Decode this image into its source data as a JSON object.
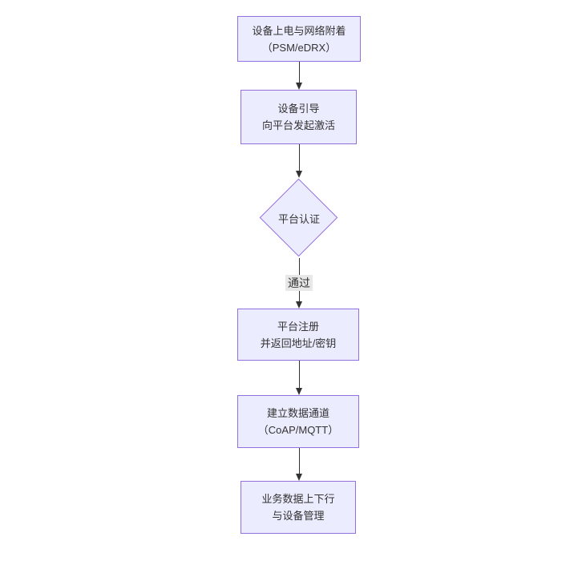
{
  "diagram": {
    "type": "flowchart",
    "direction": "top-down",
    "colors": {
      "background": "#ffffff",
      "node_fill": "#ECECFF",
      "node_border": "#9370DB",
      "edge": "#333333",
      "text": "#333333",
      "edge_label_bg": "#e8e8e8"
    },
    "nodes": [
      {
        "id": "power-attach",
        "shape": "rect",
        "lines": [
          "设备上电与网络附着",
          "（PSM/eDRX）"
        ]
      },
      {
        "id": "bootstrap",
        "shape": "rect",
        "lines": [
          "设备引导",
          "向平台发起激活"
        ]
      },
      {
        "id": "platform-auth",
        "shape": "diamond",
        "lines": [
          "平台认证"
        ]
      },
      {
        "id": "register",
        "shape": "rect",
        "lines": [
          "平台注册",
          "并返回地址/密钥"
        ]
      },
      {
        "id": "data-channel",
        "shape": "rect",
        "lines": [
          "建立数据通道",
          "（CoAP/MQTT）"
        ]
      },
      {
        "id": "business",
        "shape": "rect",
        "lines": [
          "业务数据上下行",
          "与设备管理"
        ]
      }
    ],
    "edges": [
      {
        "from": "power-attach",
        "to": "bootstrap",
        "label": ""
      },
      {
        "from": "bootstrap",
        "to": "platform-auth",
        "label": ""
      },
      {
        "from": "platform-auth",
        "to": "register",
        "label": "通过"
      },
      {
        "from": "register",
        "to": "data-channel",
        "label": ""
      },
      {
        "from": "data-channel",
        "to": "business",
        "label": ""
      }
    ]
  }
}
